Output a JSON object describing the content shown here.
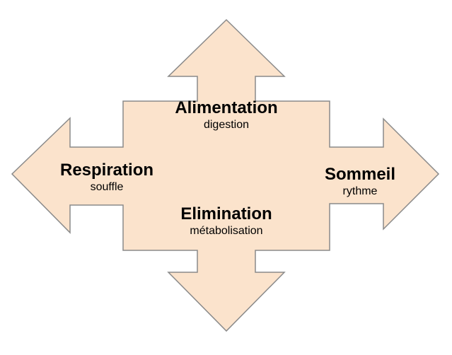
{
  "colors": {
    "fill": "#fbe3cc",
    "stroke": "#8a8a8a",
    "text": "#000000"
  },
  "nodes": {
    "top": {
      "title": "Alimentation",
      "subtitle": "digestion"
    },
    "left": {
      "title": "Respiration",
      "subtitle": "souffle"
    },
    "right": {
      "title": "Sommeil",
      "subtitle": "rythme"
    },
    "bottom": {
      "title": "Elimination",
      "subtitle": "métabolisation"
    }
  }
}
